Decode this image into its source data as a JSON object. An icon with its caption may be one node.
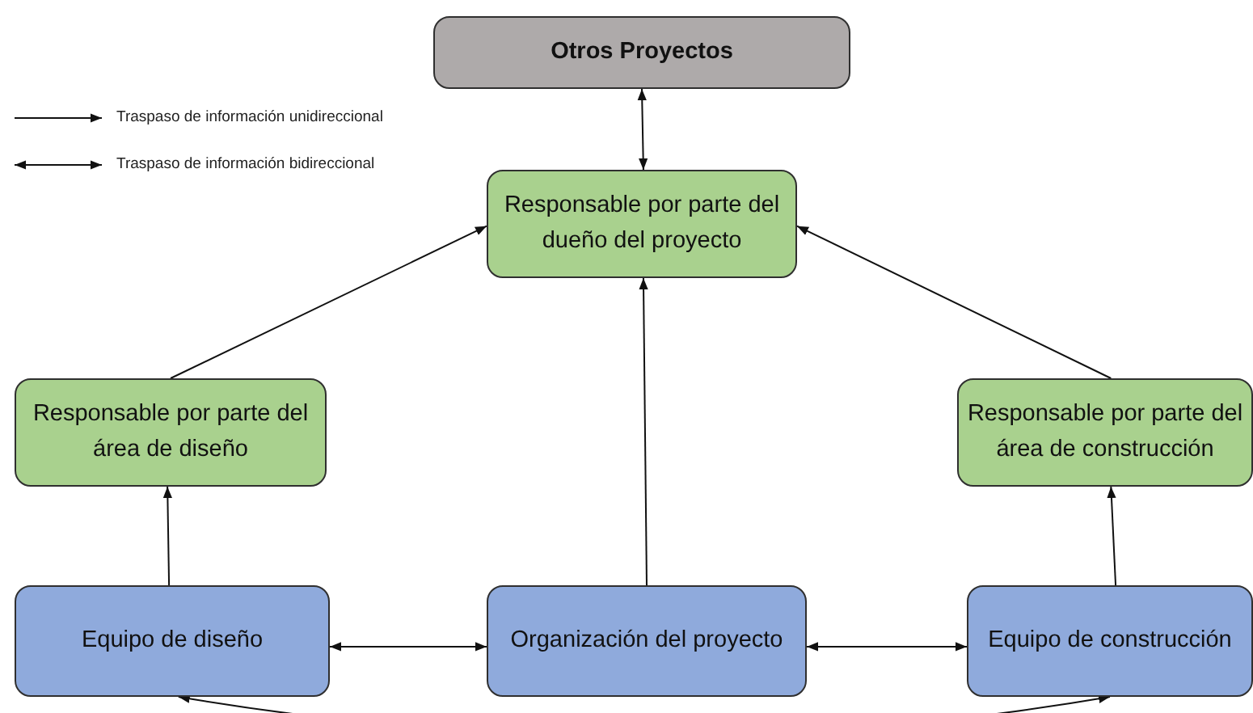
{
  "diagram": {
    "nodes": [
      {
        "text": [
          "Otros Proyectos"
        ]
      },
      {
        "text": [
          "Responsable por parte del dueño del proyecto"
        ]
      },
      {
        "text": [
          "Responsable por parte del área de diseño"
        ]
      },
      {
        "text": [
          "Responsable por parte del área de construcción"
        ]
      },
      {
        "text": [
          "Equipo de diseño"
        ]
      },
      {
        "text": [
          "Organización del proyecto"
        ]
      },
      {
        "text": [
          "Equipo de construcción"
        ]
      }
    ],
    "edges": [
      {
        "from": 0,
        "to": 1,
        "arrow": "both"
      },
      {
        "from": 2,
        "to": 1,
        "arrow": "to"
      },
      {
        "from": 5,
        "to": 1,
        "arrow": "to"
      },
      {
        "from": 3,
        "to": 1,
        "arrow": "to"
      },
      {
        "from": 4,
        "to": 2,
        "arrow": "to"
      },
      {
        "from": 6,
        "to": 3,
        "arrow": "to"
      },
      {
        "from": 4,
        "to": 5,
        "arrow": "both"
      },
      {
        "from": 5,
        "to": 6,
        "arrow": "both"
      },
      {
        "from": 6,
        "to": 4,
        "arrow": "both"
      }
    ],
    "legend": [
      {
        "text": "Traspaso de información unidireccional"
      },
      {
        "text": "Traspaso de información bidireccional"
      }
    ]
  }
}
